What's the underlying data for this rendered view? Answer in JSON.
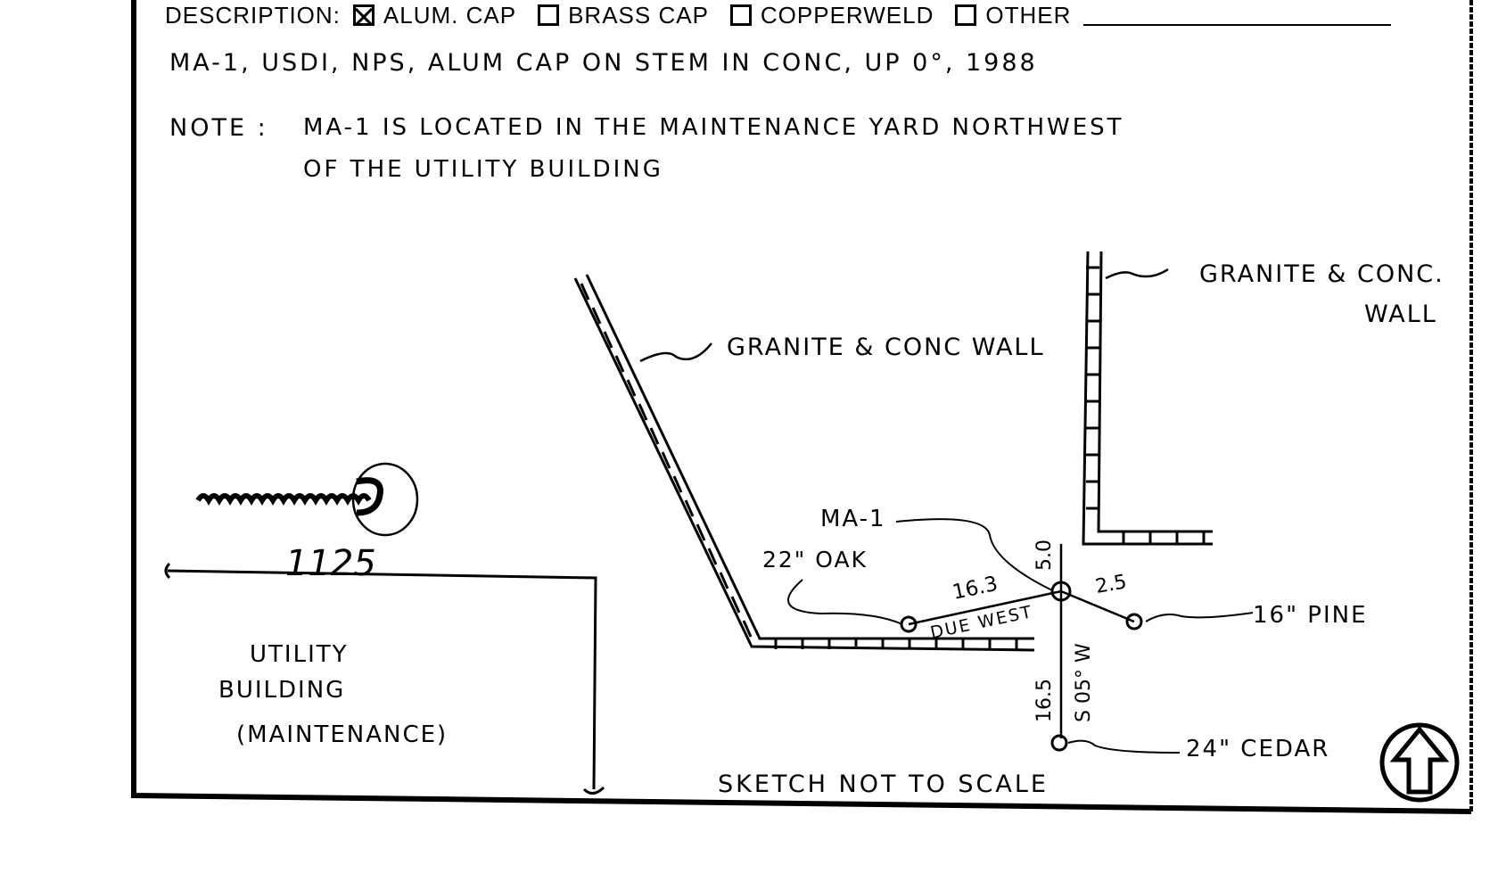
{
  "description": {
    "label": "DESCRIPTION:",
    "options": [
      {
        "label": "ALUM. CAP",
        "checked": true
      },
      {
        "label": "BRASS CAP",
        "checked": false
      },
      {
        "label": "COPPERWELD",
        "checked": false
      },
      {
        "label": "OTHER",
        "checked": false
      }
    ]
  },
  "station_line": "MA-1, USDI, NPS, ALUM CAP ON STEM IN CONC, UP 0°, 1988",
  "note": {
    "label": "NOTE :",
    "line1": "MA-1   IS   LOCATED   IN   THE   MAINTENANCE   YARD   NORTHWEST",
    "line2": "OF  THE  UTILITY  BUILDING"
  },
  "sketch": {
    "wall_right_label_1": "GRANITE & CONC.",
    "wall_right_label_2": "WALL",
    "wall_left_label": "GRANITE & CONC WALL",
    "station_label": "MA-1",
    "oak_label": "22\" OAK",
    "pine_label": "16\" PINE",
    "cedar_label": "24\" CEDAR",
    "dist_oak": "16.3",
    "dir_oak": "DUE WEST",
    "dist_north": "5.0",
    "dist_pine": "2.5",
    "dist_cedar": "16.5",
    "dir_cedar": "S 05° W",
    "building_line1": "UTILITY",
    "building_line2": "BUILDING",
    "building_line3": "(MAINTENANCE)",
    "handwritten_number": "1125",
    "footer": "SKETCH  NOT  TO  SCALE"
  }
}
